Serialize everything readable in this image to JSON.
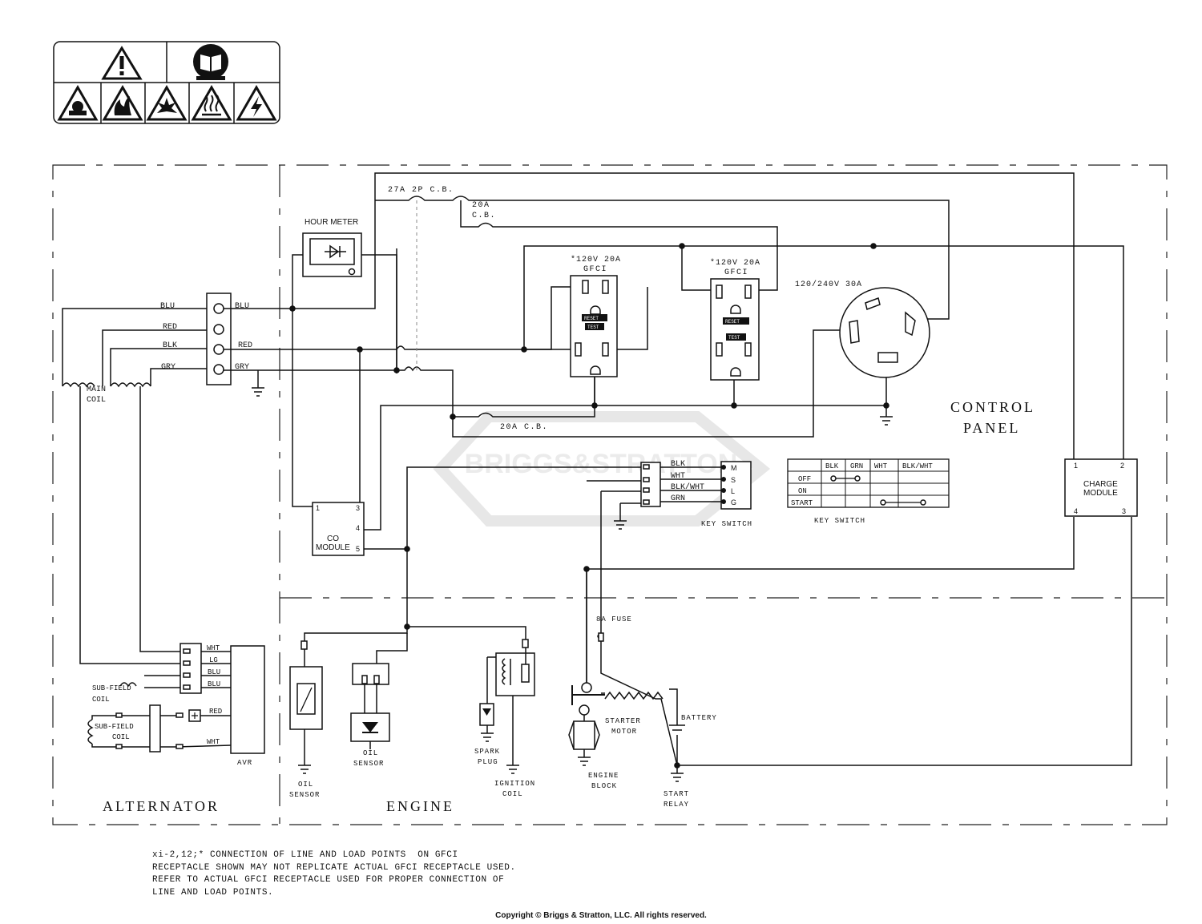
{
  "watermark": "BRIGGS&STRATTON",
  "safety_icons": {
    "top": [
      "warning-icon",
      "read-manual-icon"
    ],
    "bottom": [
      "toxic-fumes-icon",
      "fire-icon",
      "explosion-icon",
      "hot-surface-icon",
      "electric-shock-icon"
    ]
  },
  "sections": {
    "alternator": "ALTERNATOR",
    "engine": "ENGINE",
    "control_panel_line1": "CONTROL",
    "control_panel_line2": "PANEL"
  },
  "components": {
    "hour_meter": "HOUR METER",
    "breaker_27a": "27A 2P C.B.",
    "breaker_20a_top_1": "20A",
    "breaker_20a_top_2": "C.B.",
    "breaker_20a_bottom": "20A C.B.",
    "gfci_left_1": "*120V 20A",
    "gfci_left_2": "GFCI",
    "gfci_right_1": "*120V 20A",
    "gfci_right_2": "GFCI",
    "reset": "RESET",
    "test": "TEST",
    "twist_lock": "120/240V 30A",
    "main_coil_1": "MAIN",
    "main_coil_2": "COIL",
    "co_module_1": "CO",
    "co_module_2": "MODULE",
    "co_pins": [
      "1",
      "3",
      "4",
      "5"
    ],
    "charge_module_1": "CHARGE",
    "charge_module_2": "MODULE",
    "charge_pins": [
      "1",
      "2",
      "4",
      "3"
    ],
    "key_switch": "KEY SWITCH",
    "key_switch_terminals": [
      "M",
      "S",
      "L",
      "G"
    ],
    "fuse": "8A FUSE",
    "starter_1": "STARTER",
    "starter_2": "MOTOR",
    "battery": "BATTERY",
    "engine_block_1": "ENGINE",
    "engine_block_2": "BLOCK",
    "start_relay_1": "START",
    "start_relay_2": "RELAY",
    "oil_sensor_1": "OIL",
    "oil_sensor_2": "SENSOR",
    "spark_plug_1": "SPARK",
    "spark_plug_2": "PLUG",
    "ignition_coil_1": "IGNITION",
    "ignition_coil_2": "COIL",
    "sub_field_1": "SUB-FIELD",
    "sub_field_2": "COIL",
    "avr": "AVR"
  },
  "wire_labels": {
    "blu": "BLU",
    "red": "RED",
    "blk": "BLK",
    "gry": "GRY",
    "wht": "WHT",
    "lg": "LG",
    "grn": "GRN",
    "blk_wht": "BLK/WHT"
  },
  "key_switch_table": {
    "headers": [
      "BLK",
      "GRN",
      "WHT",
      "BLK/WHT"
    ],
    "rows": [
      "OFF",
      "ON",
      "START"
    ]
  },
  "footnote": "xi-2,12;* CONNECTION OF LINE AND LOAD POINTS  ON GFCI\nRECEPTACLE SHOWN MAY NOT REPLICATE ACTUAL GFCI RECEPTACLE USED.\nREFER TO ACTUAL GFCI RECEPTACLE USED FOR PROPER CONNECTION OF\nLINE AND LOAD POINTS.",
  "copyright": "Copyright © Briggs & Stratton, LLC. All rights reserved."
}
